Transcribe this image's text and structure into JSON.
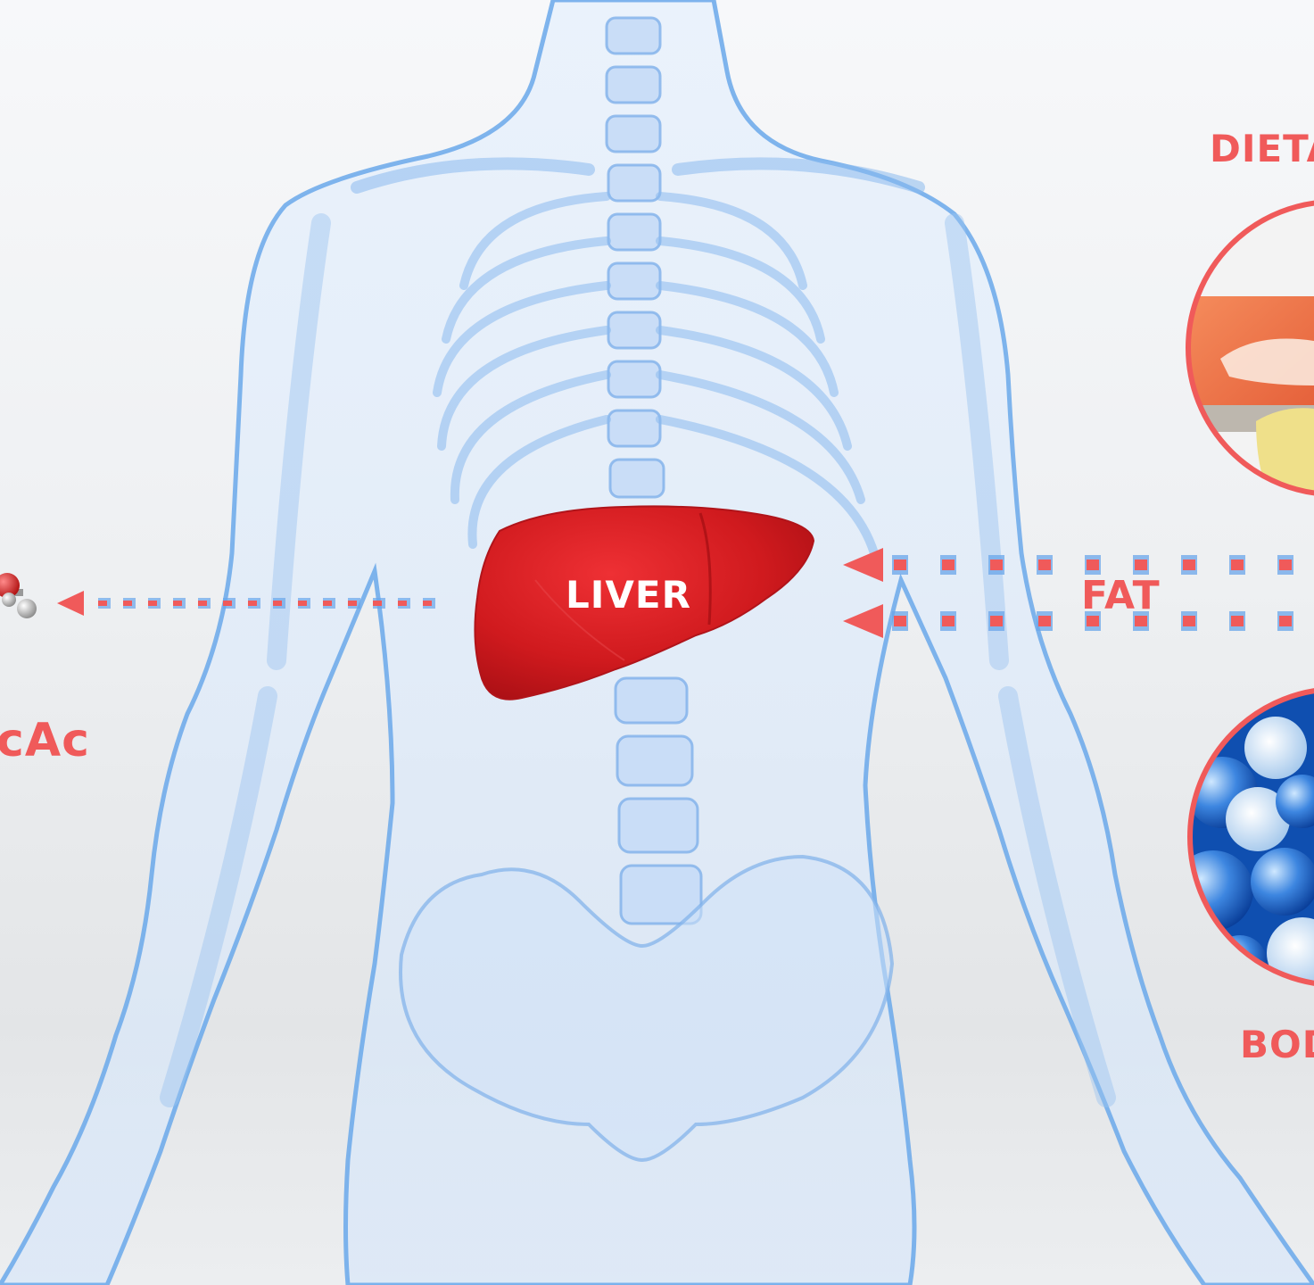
{
  "labels": {
    "dietary": "DIETA",
    "liver": "LIVER",
    "fat": "FAT",
    "acac": "cAc",
    "body": "BOD"
  },
  "colors": {
    "accent": "#f05a5a",
    "liver": "#d7191c",
    "body_outline": "#5aa0e6",
    "body_fill": "#dbe9fb",
    "arrow_dots": "#7fb3f0"
  },
  "icons": {
    "molecule": "molecule-icon",
    "dietary_image": "dietary-fat-foods-image",
    "body_image": "body-fat-cells-image"
  }
}
